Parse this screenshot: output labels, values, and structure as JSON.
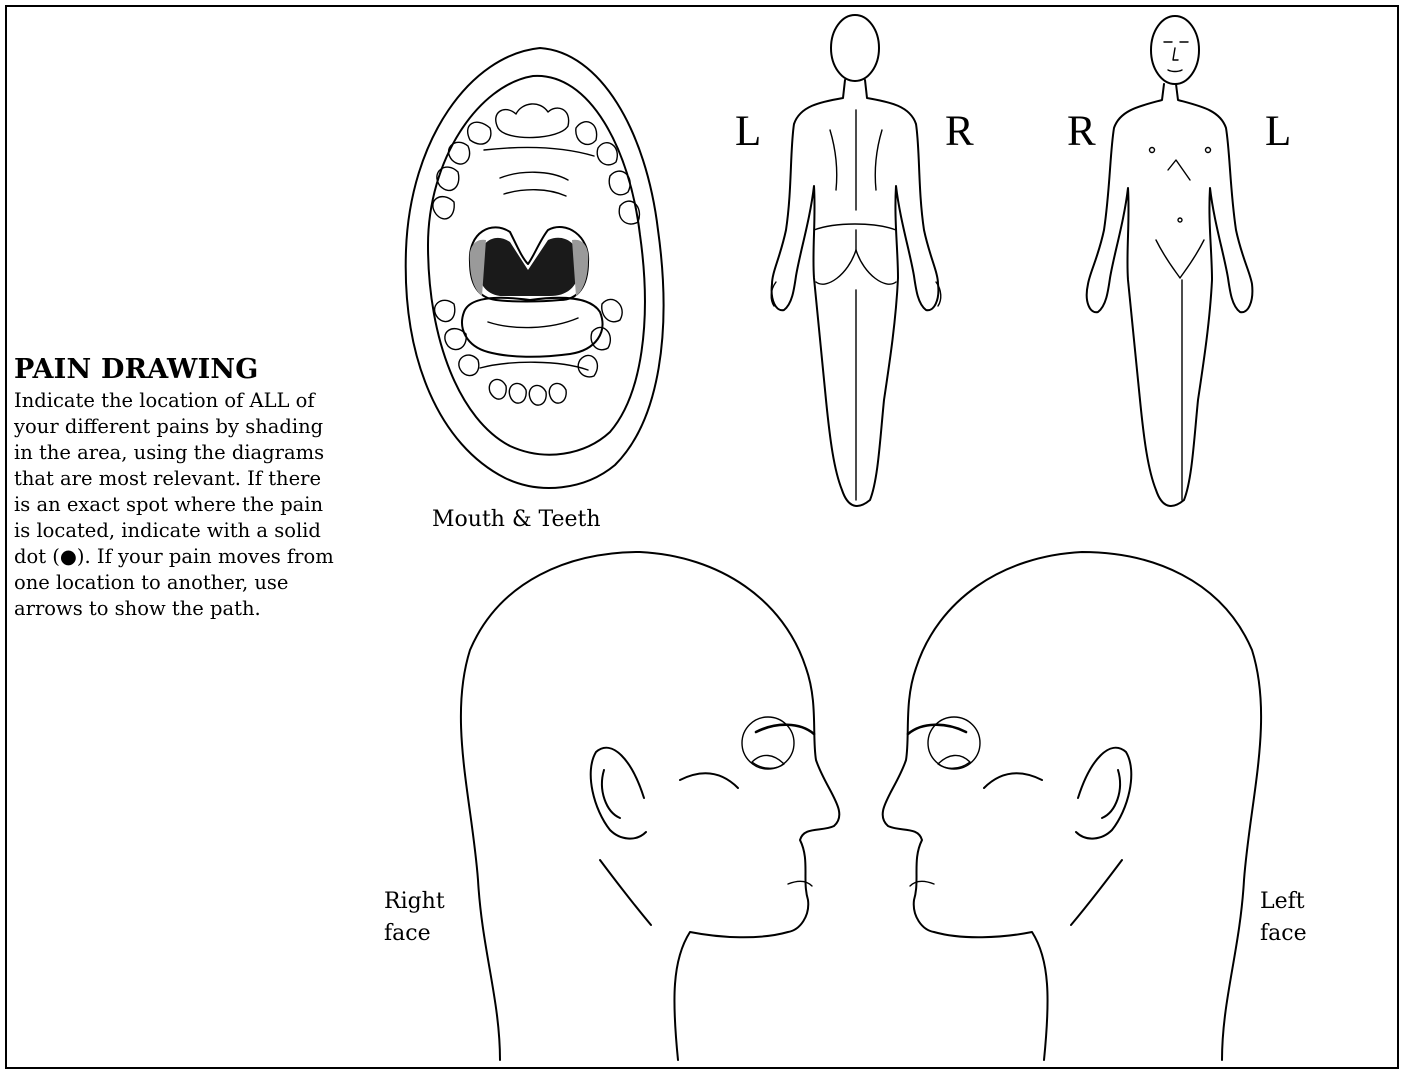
{
  "heading": "PAIN DRAWING",
  "instructions": "Indicate the location of ALL of your different pains by shading in the area, using the diagrams that are most relevant. If there is an exact spot where the pain is located, indicate with a solid dot (●). If your pain moves from one location to another, use arrows to show the path.",
  "mouth_caption": "Mouth & Teeth",
  "back_view": {
    "left_label": "L",
    "right_label": "R"
  },
  "front_view": {
    "left_label": "R",
    "right_label": "L"
  },
  "right_face_caption": {
    "line1": "Right",
    "line2": "face"
  },
  "left_face_caption": {
    "line1": "Left",
    "line2": "face"
  }
}
